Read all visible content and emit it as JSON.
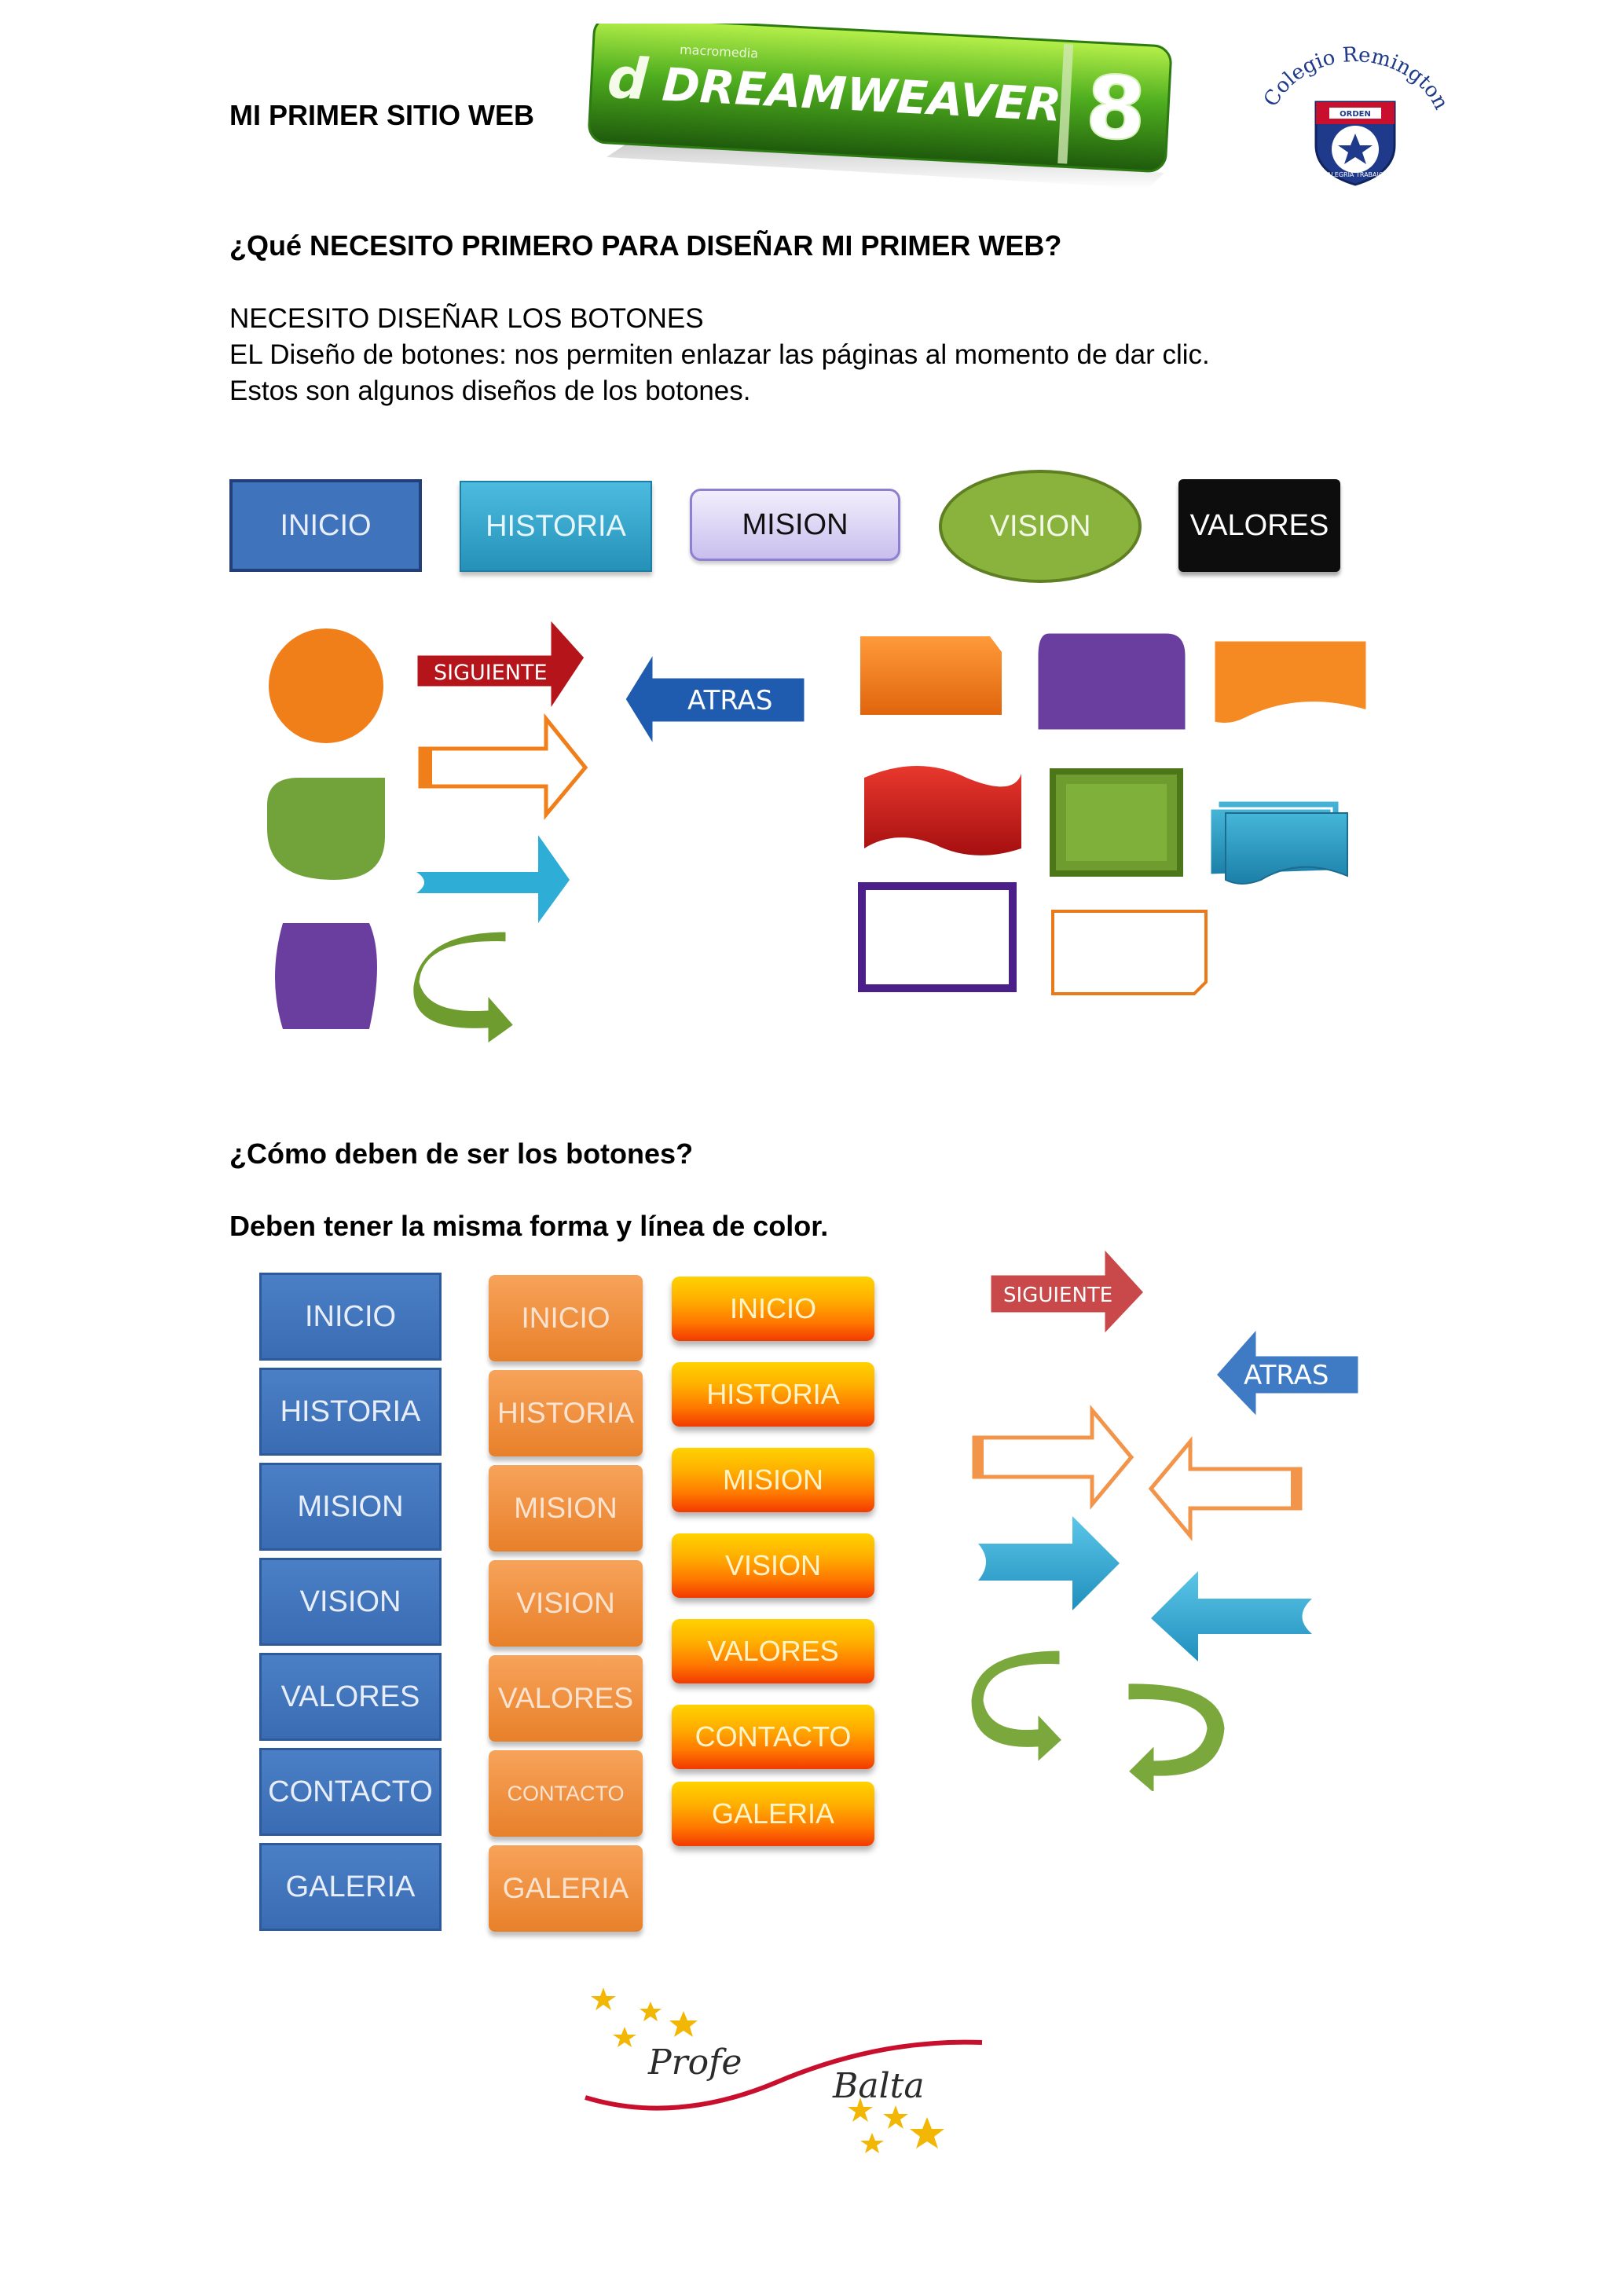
{
  "header": {
    "title": "MI PRIMER SITIO WEB",
    "logo_text": "DREAMWEAVER",
    "logo_brand": "macromedia",
    "logo_version": "8",
    "school_seal": {
      "name": "Colegio Remington, A.C",
      "banner": "ORDEN",
      "motto": "ALEGRÍA TRABAJO"
    }
  },
  "section1": {
    "question": "¿Qué NECESITO PRIMERO PARA DISEÑAR MI PRIMER WEB?",
    "lines": [
      "NECESITO DISEÑAR LOS BOTONES",
      "EL Diseño de botones: nos permiten enlazar las páginas al momento de dar clic.",
      "Estos son algunos diseños de los botones."
    ]
  },
  "buttons_row": [
    "INICIO",
    "HISTORIA",
    "MISION",
    "VISION",
    "VALORES"
  ],
  "arrows": {
    "next": "SIGUIENTE",
    "back": "ATRAS"
  },
  "section2": {
    "question": "¿Cómo deben de ser los botones?",
    "answer": "Deben tener la misma forma y línea de color."
  },
  "menu_blue": [
    "INICIO",
    "HISTORIA",
    "MISION",
    "VISION",
    "VALORES",
    "CONTACTO",
    "GALERIA"
  ],
  "menu_orange": [
    "INICIO",
    "HISTORIA",
    "MISION",
    "VISION",
    "VALORES",
    "CONTACTO",
    "GALERIA"
  ],
  "menu_gradient": [
    "INICIO",
    "HISTORIA",
    "MISION",
    "VISION",
    "VALORES",
    "CONTACTO",
    "GALERIA"
  ],
  "signature": {
    "first": "Profe",
    "second": "Balta"
  },
  "colors": {
    "blue": "#3f74bd",
    "teal": "#2fa3c9",
    "lavender": "#d6cff2",
    "olive": "#8ab33d",
    "black": "#0d0d0d",
    "orange": "#f07f1a",
    "purple": "#6a3e9e",
    "red": "#c4161c",
    "green": "#72a33b"
  }
}
